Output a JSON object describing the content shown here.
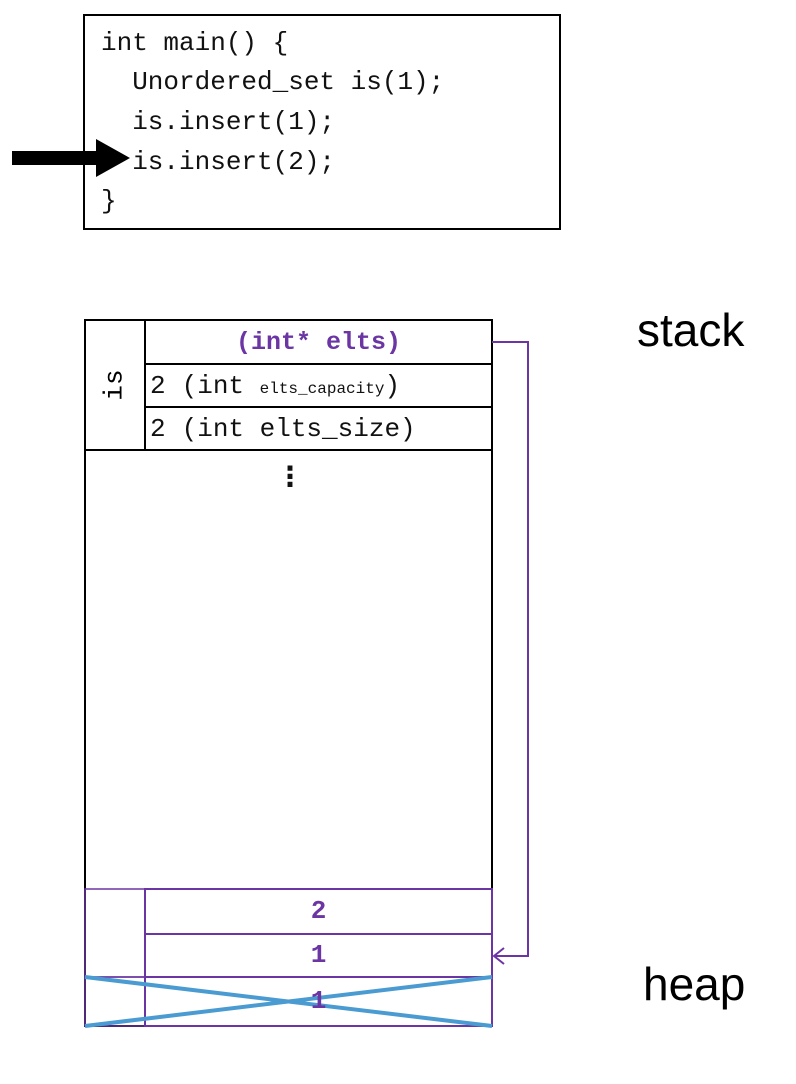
{
  "code": {
    "lines": [
      "int main() {",
      "  Unordered_set is(1);",
      "  is.insert(1);",
      "  is.insert(2);",
      "}"
    ],
    "current_line_index": 3
  },
  "labels": {
    "stack": "stack",
    "heap": "heap"
  },
  "stack": {
    "object_name": "is",
    "fields": {
      "elts": "(int* elts)",
      "capacity_value": "2",
      "capacity_type": "(int ",
      "capacity_name": "elts_capacity",
      "capacity_close": ")",
      "size_value": "2",
      "size_text": "(int elts_size)"
    },
    "ellipsis": "⋮"
  },
  "heap": {
    "cells": [
      "2",
      "1",
      "1"
    ],
    "freed_cell_index": 2
  },
  "colors": {
    "purple": "#6b35a3",
    "crossout": "#4a9bd1",
    "black": "#000000"
  }
}
